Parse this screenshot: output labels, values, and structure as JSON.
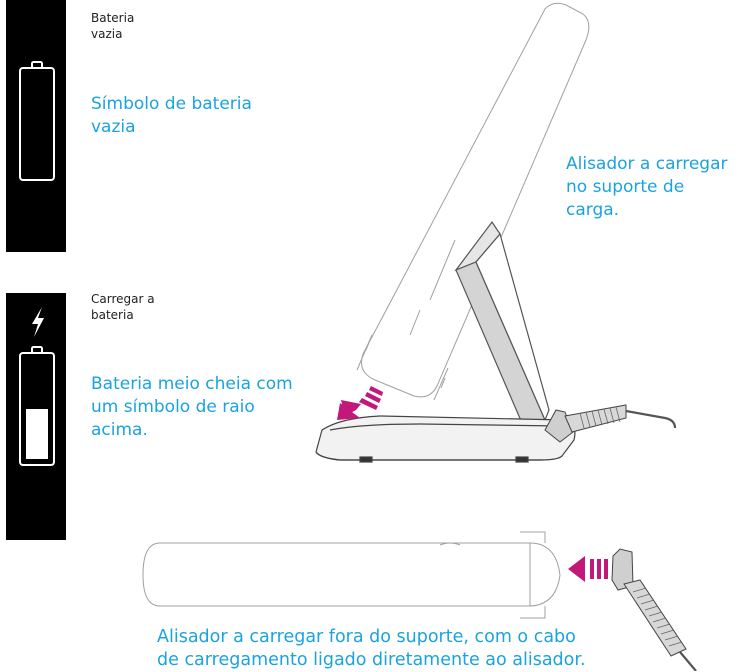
{
  "top_panel": {
    "label": "Bateria\nvazia",
    "caption": "Símbolo de bateria\nvazia",
    "battery_fill_fraction": 0
  },
  "bottom_panel": {
    "label": "Carregar a\nbateria",
    "caption": "Bateria meio cheia com\num símbolo de raio\nacima.",
    "battery_fill_fraction": 0.5
  },
  "dock_caption": "Alisador a carregar\nno suporte de\ncarga.",
  "cable_caption": "Alisador a carregar fora do suporte, com o cabo\nde carregamento ligado diretamente ao alisador.",
  "colors": {
    "caption": "#1aa3e0",
    "arrow": "#c2187a",
    "panel": "#000000",
    "line": "#9a9a9a"
  },
  "icons": [
    "battery-empty-icon",
    "lightning-icon",
    "battery-half-icon",
    "down-arrow-icon",
    "left-arrow-icon"
  ]
}
